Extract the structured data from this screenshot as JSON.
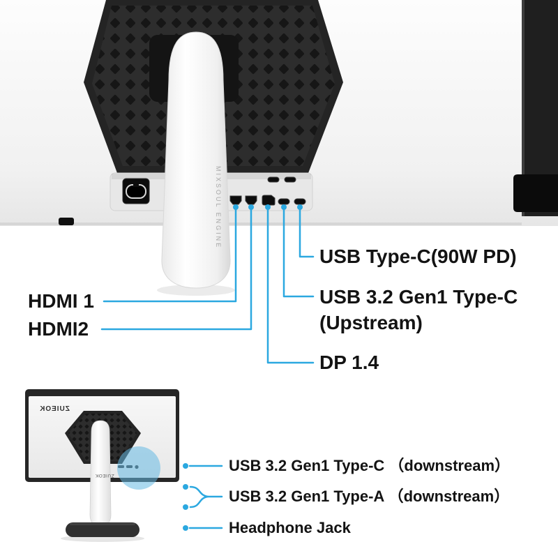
{
  "accent_color": "#2BA8E0",
  "closeup": {
    "stand_text": "MIXSOUL ENGINE",
    "callouts": {
      "hdmi1": "HDMI 1",
      "hdmi2": "HDMI2",
      "usb_c_pd": "USB Type-C(90W PD)",
      "usb_c_upstream_1": "USB 3.2 Gen1 Type-C",
      "usb_c_upstream_2": "(Upstream)",
      "dp": "DP 1.4"
    },
    "icons": [
      "power-inlet-port",
      "hdmi-port",
      "hdmi-port",
      "displayport-port",
      "usb-c-port",
      "usb-c-port",
      "vent-pattern"
    ]
  },
  "overview": {
    "brand_mirrored": "ZUIEOK",
    "brand_engraved": "ZUIEOK",
    "callouts": {
      "usb_c_downstream": "USB 3.2 Gen1 Type-C （downstream）",
      "usb_a_downstream": "USB 3.2 Gen1 Type-A （downstream）",
      "headphone_jack": "Headphone Jack"
    },
    "icons": [
      "side-ports",
      "headphone-jack-hole",
      "highlight-circle"
    ]
  }
}
